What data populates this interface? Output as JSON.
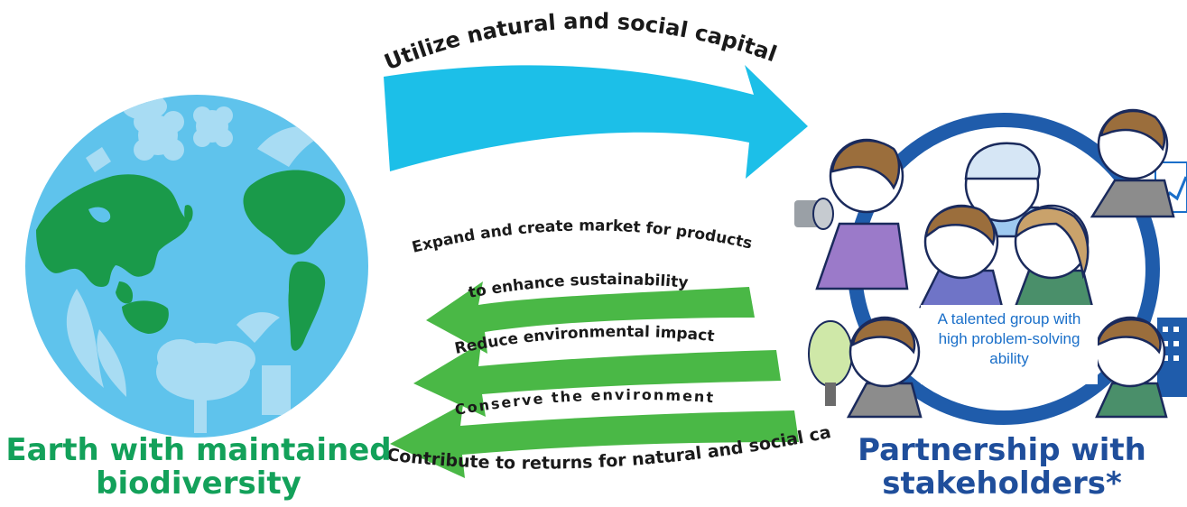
{
  "top_arrow": {
    "label": "Utilize natural and social capital",
    "color": "#1cbfe8"
  },
  "return_arrows": {
    "color": "#4ab846",
    "labels": [
      "Expand and create market for products",
      "to enhance sustainability",
      "Reduce environmental impact",
      "Conserve the environment",
      "Contribute to returns for natural and social capital"
    ]
  },
  "earth": {
    "caption_line1": "Earth with maintained",
    "caption_line2": "biodiversity",
    "ocean_color": "#5fc3ec",
    "land_color": "#1a9a4a",
    "caption_color": "#13a15a"
  },
  "partnership": {
    "caption_line1": "Partnership with",
    "caption_line2": "stakeholders*",
    "caption_color": "#1f4e9b",
    "ring_color": "#1f5cab",
    "group_line1": "A talented group with",
    "group_line2": "high problem-solving",
    "group_line3": "ability"
  }
}
